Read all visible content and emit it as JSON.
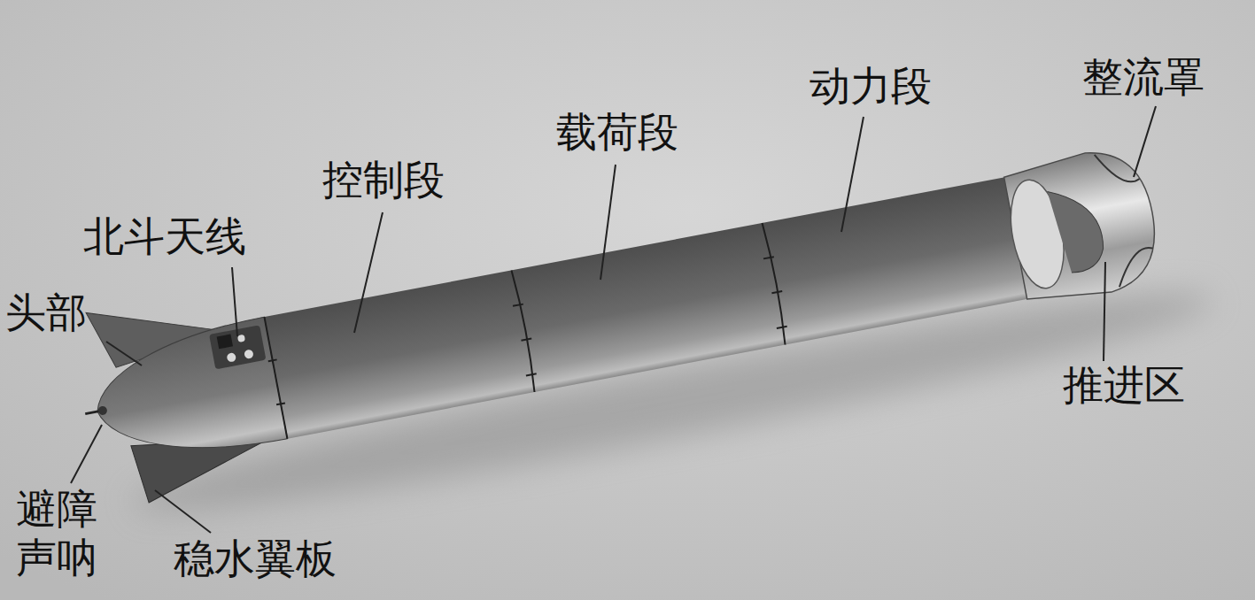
{
  "diagram": {
    "labels": [
      "头部",
      "北斗天线",
      "控制段",
      "载荷段",
      "动力段",
      "整流罩",
      "推进区",
      "避障 声呐",
      "稳水翼板"
    ]
  }
}
